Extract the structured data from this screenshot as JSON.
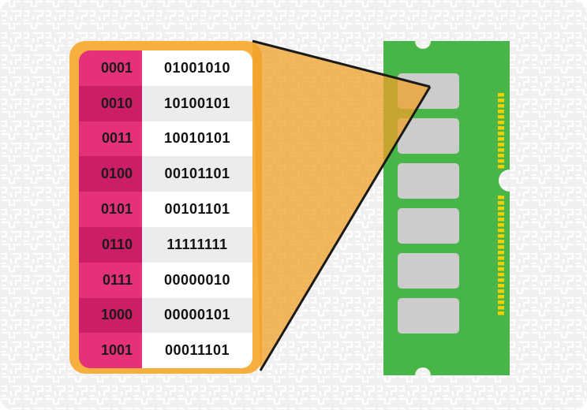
{
  "memory": {
    "rows": [
      {
        "address": "0001",
        "value": "01001010"
      },
      {
        "address": "0010",
        "value": "10100101"
      },
      {
        "address": "0011",
        "value": "10010101"
      },
      {
        "address": "0100",
        "value": "00101101"
      },
      {
        "address": "0101",
        "value": "00101101"
      },
      {
        "address": "0110",
        "value": "11111111"
      },
      {
        "address": "0111",
        "value": "00000010"
      },
      {
        "address": "1000",
        "value": "00000101"
      },
      {
        "address": "1001",
        "value": "00011101"
      }
    ]
  },
  "colors": {
    "background": "#f0f0f0",
    "pattern": "#ffffff",
    "frame_orange": "#f7b040",
    "zoom_fill": "#f0a02a",
    "address_pink": "#e5307a",
    "address_pink_dark": "#cc1e66",
    "value_white": "#ffffff",
    "value_gray": "#ececec",
    "ram_green": "#47b548",
    "ram_chip": "#cccccc",
    "ram_pins": "#f4d000"
  }
}
